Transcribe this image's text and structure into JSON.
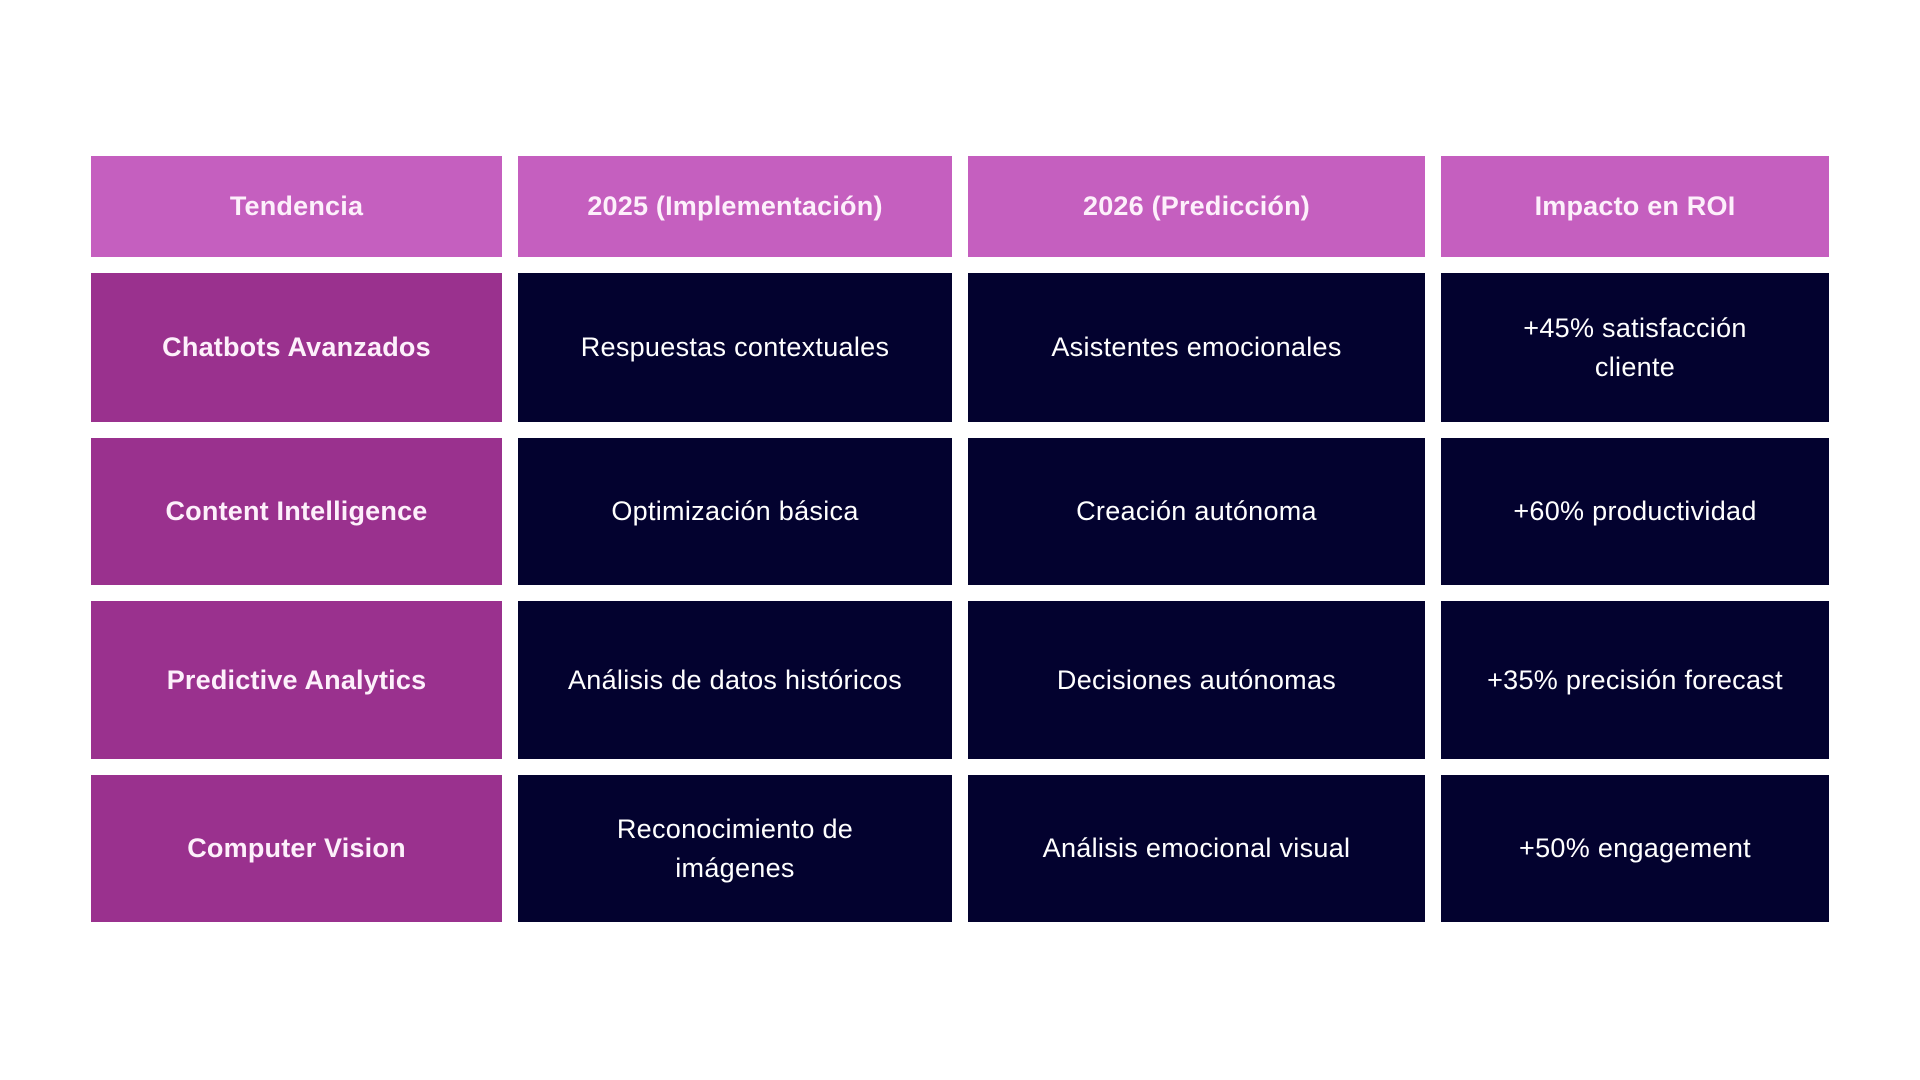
{
  "colors": {
    "header_bg": "#c55fbf",
    "row_header_bg": "#9a318e",
    "data_bg": "#03022f",
    "text": "#fdf0fb",
    "page_bg": "#ffffff"
  },
  "table": {
    "headers": [
      "Tendencia",
      "2025 (Implementación)",
      "2026 (Predicción)",
      "Impacto en ROI"
    ],
    "rows": [
      {
        "trend": "Chatbots Avanzados",
        "implementation_2025": "Respuestas contextuales",
        "prediction_2026": "Asistentes emocionales",
        "roi_impact": "+45% satisfacción cliente"
      },
      {
        "trend": "Content Intelligence",
        "implementation_2025": "Optimización básica",
        "prediction_2026": "Creación autónoma",
        "roi_impact": "+60% productividad"
      },
      {
        "trend": "Predictive Analytics",
        "implementation_2025": "Análisis de datos históricos",
        "prediction_2026": "Decisiones autónomas",
        "roi_impact": "+35% precisión forecast"
      },
      {
        "trend": "Computer Vision",
        "implementation_2025": "Reconocimiento de imágenes",
        "prediction_2026": "Análisis emocional visual",
        "roi_impact": "+50% engagement"
      }
    ]
  }
}
